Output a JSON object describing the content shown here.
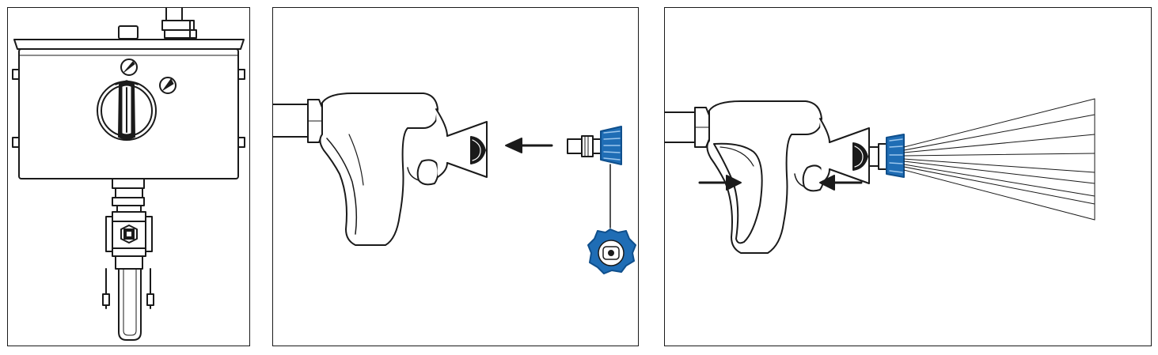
{
  "colors": {
    "line": "#1a1a1a",
    "nozzle_blue": "#1f6db5",
    "nozzle_blue_dark": "#0f4f8c",
    "background": "#ffffff"
  },
  "panels": [
    {
      "name": "control-box-panel",
      "icons": [
        "spray-narrow-icon",
        "spray-wide-icon"
      ]
    },
    {
      "name": "attach-nozzle-panel",
      "icons": [
        "arrow-left-icon",
        "nozzle-end-view-icon"
      ]
    },
    {
      "name": "spray-panel",
      "icons": [
        "arrow-right-icon",
        "arrow-left-icon",
        "spray-fan-icon"
      ]
    }
  ]
}
